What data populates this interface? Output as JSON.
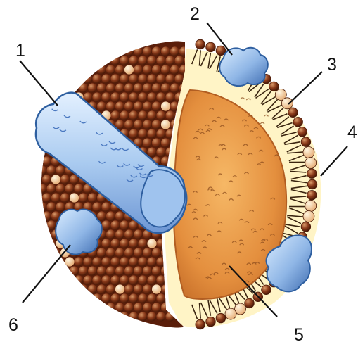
{
  "diagram": {
    "labels": [
      {
        "id": "1",
        "text": "1"
      },
      {
        "id": "2",
        "text": "2"
      },
      {
        "id": "3",
        "text": "3"
      },
      {
        "id": "4",
        "text": "4"
      },
      {
        "id": "5",
        "text": "5"
      },
      {
        "id": "6",
        "text": "6"
      }
    ]
  },
  "colors": {
    "sphere_dark": "#6b2a12",
    "sphere_mid": "#8a3a1a",
    "sphere_light": "#b8663a",
    "pale_sphere": "#f3d2a0",
    "cream": "#fff4c6",
    "core_orange": "#e9a24f",
    "core_dark": "#c8722e",
    "protein_blue": "#9ec2ec",
    "protein_dark": "#2e5fa0",
    "protein_mid": "#5a86c8"
  }
}
